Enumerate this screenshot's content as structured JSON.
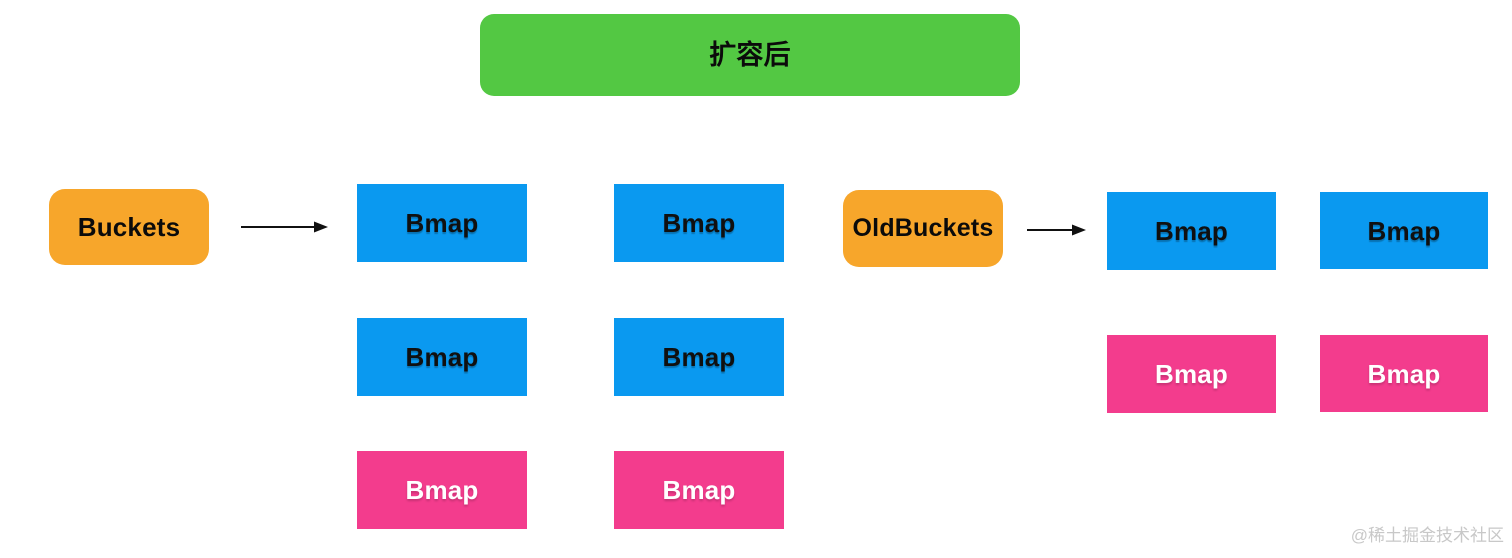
{
  "header": {
    "label": "扩容后"
  },
  "colors": {
    "green": "#53c843",
    "orange": "#f7a62b",
    "blue": "#0a99f0",
    "pink": "#f33c8d",
    "arrow": "#111111",
    "watermark_gray": "#c8c8c8"
  },
  "groups": {
    "left": {
      "root": {
        "label": "Buckets"
      },
      "arrow": "right-arrow",
      "columns": [
        {
          "cells": [
            {
              "label": "Bmap",
              "type": "blue"
            },
            {
              "label": "Bmap",
              "type": "blue"
            },
            {
              "label": "Bmap",
              "type": "pink"
            }
          ]
        },
        {
          "cells": [
            {
              "label": "Bmap",
              "type": "blue"
            },
            {
              "label": "Bmap",
              "type": "blue"
            },
            {
              "label": "Bmap",
              "type": "pink"
            }
          ]
        }
      ]
    },
    "right": {
      "root": {
        "label": "OldBuckets"
      },
      "arrow": "right-arrow",
      "columns": [
        {
          "cells": [
            {
              "label": "Bmap",
              "type": "blue"
            },
            {
              "label": "Bmap",
              "type": "pink"
            }
          ]
        },
        {
          "cells": [
            {
              "label": "Bmap",
              "type": "blue"
            },
            {
              "label": "Bmap",
              "type": "pink"
            }
          ]
        }
      ]
    }
  },
  "watermark": "@稀土掘金技术社区"
}
